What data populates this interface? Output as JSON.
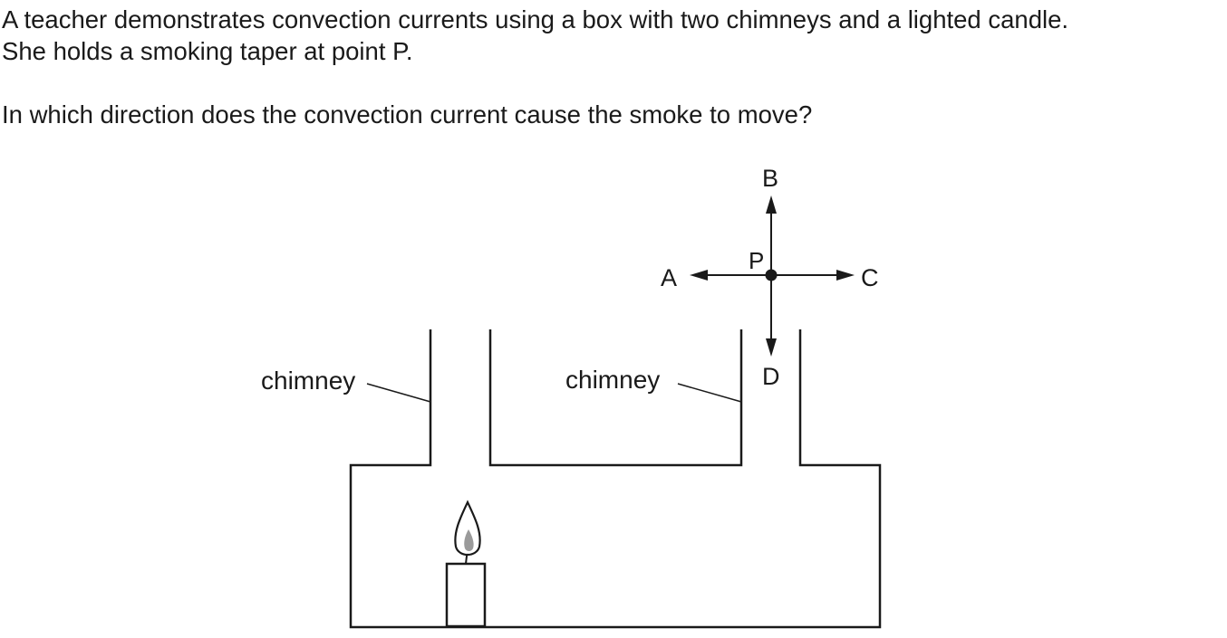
{
  "question": {
    "line1": "A teacher demonstrates convection currents using a box with two chimneys and a lighted candle.",
    "line2": "She holds a smoking taper at point P.",
    "line3": "In which direction does the convection current cause the smoke to move?"
  },
  "diagram": {
    "chimney_label_left": "chimney",
    "chimney_label_right": "chimney",
    "point_label": "P",
    "direction_a": "A",
    "direction_b": "B",
    "direction_c": "C",
    "direction_d": "D",
    "colors": {
      "line": "#1a1a1a",
      "flame_core": "#9a9a9a"
    }
  }
}
